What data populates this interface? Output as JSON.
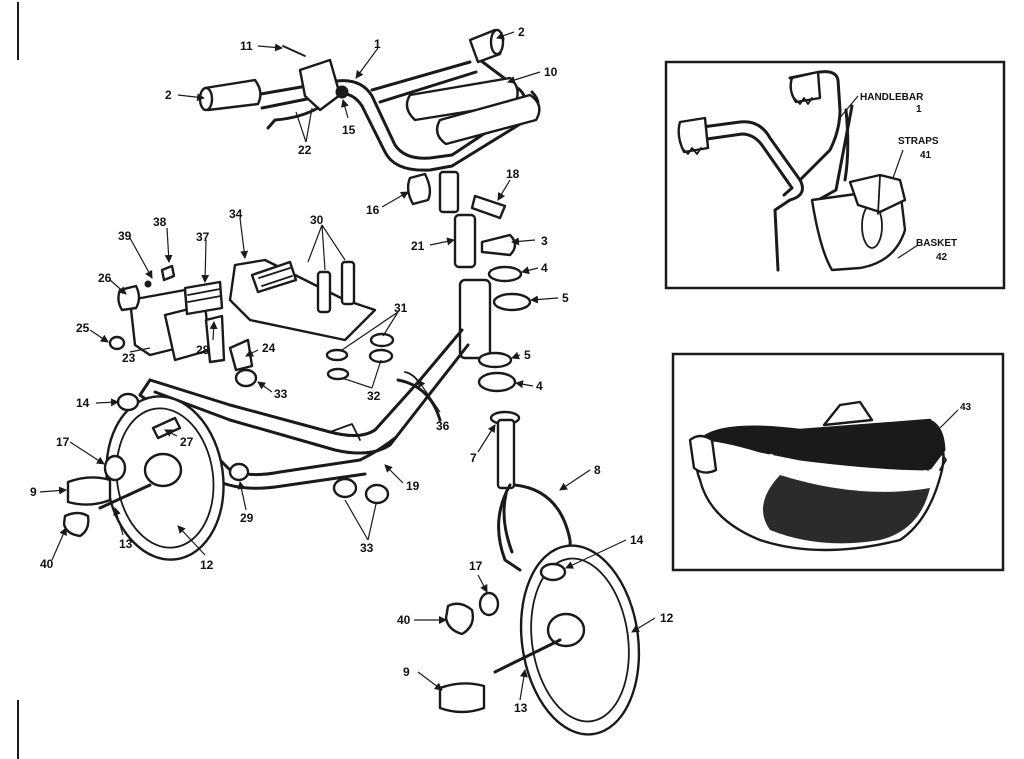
{
  "colors": {
    "ink": "#1a1a1a",
    "paper": "#ffffff"
  },
  "callouts": {
    "c1": "1",
    "c2a": "2",
    "c2b": "2",
    "c3": "3",
    "c4a": "4",
    "c4b": "4",
    "c5a": "5",
    "c5b": "5",
    "c7": "7",
    "c8": "8",
    "c9a": "9",
    "c9b": "9",
    "c10": "10",
    "c11": "11",
    "c12a": "12",
    "c12b": "12",
    "c13a": "13",
    "c13b": "13",
    "c14a": "14",
    "c14b": "14",
    "c15": "15",
    "c16": "16",
    "c17a": "17",
    "c17b": "17",
    "c18": "18",
    "c19": "19",
    "c21": "21",
    "c22": "22",
    "c23": "23",
    "c24": "24",
    "c25": "25",
    "c26": "26",
    "c27": "27",
    "c28": "28",
    "c29": "29",
    "c30": "30",
    "c31": "31",
    "c32": "32",
    "c33a": "33",
    "c33b": "33",
    "c34": "34",
    "c36": "36",
    "c37": "37",
    "c38": "38",
    "c39": "39",
    "c40a": "40",
    "c40b": "40"
  },
  "inset_top": {
    "handlebar_label": "HANDLEBAR",
    "handlebar_num": "1",
    "straps_label": "STRAPS",
    "straps_num": "41",
    "basket_label": "BASKET",
    "basket_num": "42"
  },
  "inset_bottom": {
    "bag_num": "43"
  }
}
